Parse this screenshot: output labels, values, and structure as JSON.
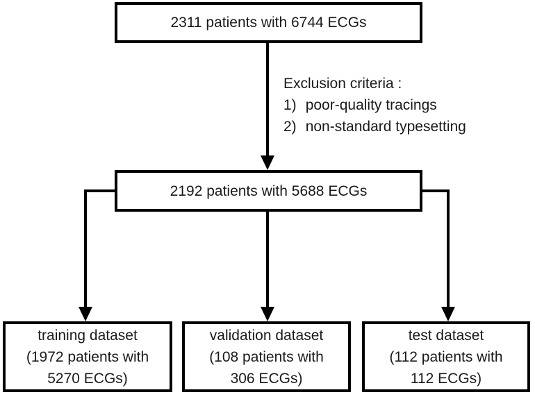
{
  "diagram": {
    "top_box": {
      "label": "2311 patients with 6744 ECGs"
    },
    "exclusion": {
      "title": "Exclusion criteria :",
      "items": [
        {
          "num": "1)",
          "text": "poor-quality tracings"
        },
        {
          "num": "2)",
          "text": "non-standard typesetting"
        }
      ]
    },
    "middle_box": {
      "label": "2192 patients with 5688 ECGs"
    },
    "bottom_boxes": [
      {
        "title": "training dataset",
        "line2": "(1972 patients with",
        "line3": "5270 ECGs)"
      },
      {
        "title": "validation dataset",
        "line2": "(108 patients with",
        "line3": "306 ECGs)"
      },
      {
        "title": "test dataset",
        "line2": "(112 patients with",
        "line3": "112 ECGs)"
      }
    ],
    "colors": {
      "line": "#000000",
      "background": "#ffffff",
      "text": "#1a1a1a"
    }
  }
}
